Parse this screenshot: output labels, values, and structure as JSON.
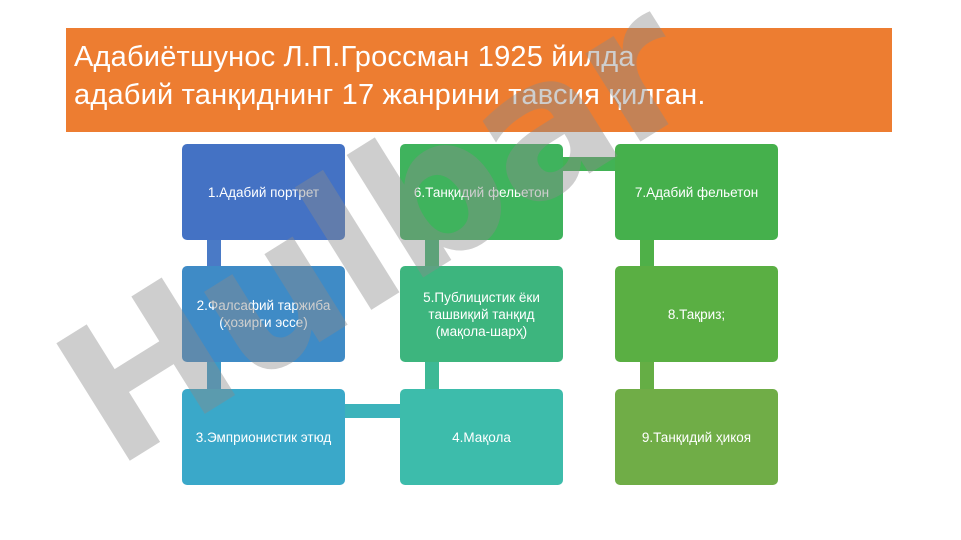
{
  "title": {
    "line1": "Адабиётшунос Л.П.Гроссман 1925 йилда",
    "line2": "адабий танқиднинг 17 жанрини тавсия қилган."
  },
  "boxes": [
    {
      "label": "1.Адабий портрет",
      "color": "#4472c4"
    },
    {
      "label": "2.Фалсафий таржиба (ҳозирги эссе)",
      "color": "#3f8bc6"
    },
    {
      "label": "3.Эмприонистик этюд",
      "color": "#3aa8c9"
    },
    {
      "label": "4.Мақола",
      "color": "#3dbcab"
    },
    {
      "label": "5.Публицистик ёки ташвиқий танқид (мақола-шарҳ)",
      "color": "#3db57e"
    },
    {
      "label": "6.Танқидий фельетон",
      "color": "#3fb35d"
    },
    {
      "label": "7.Адабий фельетон",
      "color": "#45b04c"
    },
    {
      "label": "8.Тақриз;",
      "color": "#5aaf43"
    },
    {
      "label": "9.Танқидий ҳикоя",
      "color": "#70ad47"
    }
  ],
  "watermark": {
    "text": "Hulbar",
    "color": "#8a8a8a"
  }
}
